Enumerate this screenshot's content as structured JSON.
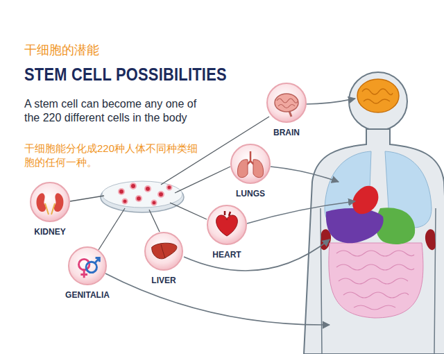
{
  "diagram": {
    "title": "STEM CELL POSSIBILITIES",
    "nodes": [
      {
        "text": [
          "BRAIN"
        ]
      },
      {
        "text": [
          "LUNGS"
        ]
      },
      {
        "text": [
          "KIDNEY"
        ]
      },
      {
        "text": [
          "HEART"
        ]
      },
      {
        "text": [
          "LIVER"
        ]
      },
      {
        "text": [
          "GENITALIA"
        ]
      }
    ],
    "labels": [
      "干细胞的潜能",
      "A stem cell can become any one of the 220 different cells in the body",
      "干细胞能分化成220种人体不同种类细胞的任何一种。"
    ]
  }
}
